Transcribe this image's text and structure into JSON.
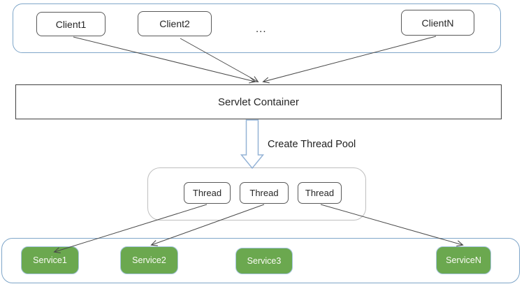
{
  "clients": {
    "items": [
      {
        "label": "Client1"
      },
      {
        "label": "Client2"
      },
      {
        "label": "ClientN"
      }
    ],
    "ellipsis": "..."
  },
  "servlet": {
    "label": "Servlet Container"
  },
  "flow": {
    "arrow_label": "Create Thread Pool"
  },
  "thread_pool": {
    "items": [
      {
        "label": "Thread"
      },
      {
        "label": "Thread"
      },
      {
        "label": "Thread"
      }
    ]
  },
  "services": {
    "items": [
      {
        "label": "Service1"
      },
      {
        "label": "Service2"
      },
      {
        "label": "Service3"
      },
      {
        "label": "ServiceN"
      }
    ]
  },
  "colors": {
    "group_border_blue": "#7FA6C9",
    "node_border_gray": "#595959",
    "servlet_border": "#404040",
    "pool_border": "#BFBFBF",
    "service_green": "#6BA84F",
    "service_border": "#A6C5DF",
    "block_arrow_blue": "#94B3D6",
    "connector": "#4A4A4A",
    "text_dark": "#262626",
    "text_light": "#FBFBF6"
  }
}
